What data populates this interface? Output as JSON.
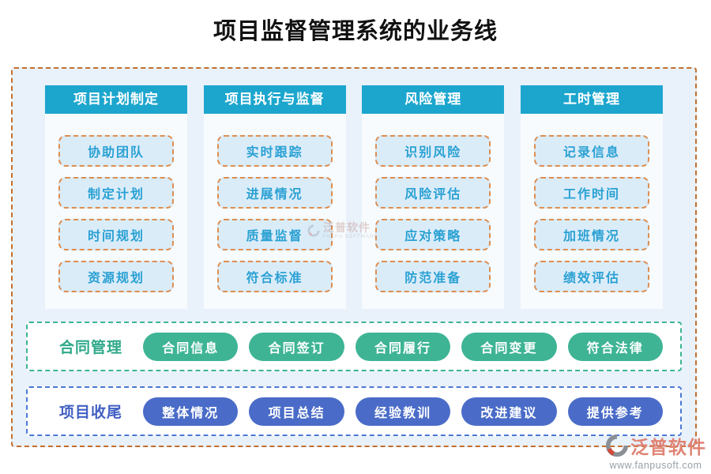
{
  "title": "项目监督管理系统的业务线",
  "columns": [
    {
      "header": "项目计划制定",
      "items": [
        "协助团队",
        "制定计划",
        "时间规划",
        "资源规划"
      ]
    },
    {
      "header": "项目执行与监督",
      "items": [
        "实时跟踪",
        "进展情况",
        "质量监督",
        "符合标准"
      ]
    },
    {
      "header": "风险管理",
      "items": [
        "识别风险",
        "风险评估",
        "应对策略",
        "防范准备"
      ]
    },
    {
      "header": "工时管理",
      "items": [
        "记录信息",
        "工作时间",
        "加班情况",
        "绩效评估"
      ]
    }
  ],
  "bands": [
    {
      "label": "合同管理",
      "items": [
        "合同信息",
        "合同签订",
        "合同履行",
        "合同变更",
        "符合法律"
      ]
    },
    {
      "label": "项目收尾",
      "items": [
        "整体情况",
        "项目总结",
        "经验教训",
        "改进建议",
        "提供参考"
      ]
    }
  ],
  "branding": {
    "name": "泛普软件",
    "url": "www.fanpusoft.com"
  },
  "watermark": {
    "name": "泛普软件",
    "subtitle": "FANPU SOFTWARE"
  },
  "colors": {
    "column_header": "#1ca6ce",
    "container_border": "#c46f2e",
    "item_border": "#dd8d50",
    "item_fill": "#dbecf9",
    "item_text": "#2aa1d3",
    "contract_accent": "#3eb495",
    "closing_accent": "#4a6cc8",
    "brand_text": "#df8374"
  }
}
